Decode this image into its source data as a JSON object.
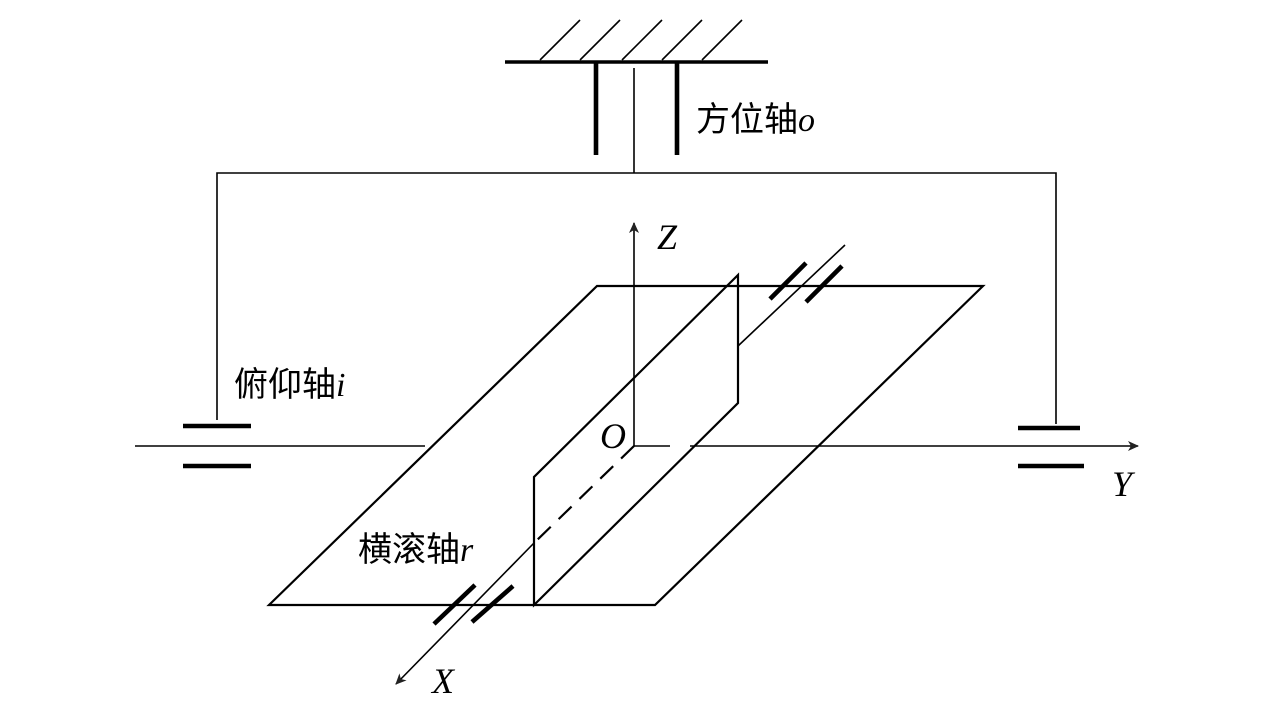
{
  "labels": {
    "azimuth_cn": "方位轴",
    "azimuth_sym": "o",
    "pitch_cn": "俯仰轴",
    "pitch_sym": "i",
    "roll_cn": "横滚轴",
    "roll_sym": "r",
    "axis_x": "X",
    "axis_y": "Y",
    "axis_z": "Z",
    "origin": "O"
  }
}
